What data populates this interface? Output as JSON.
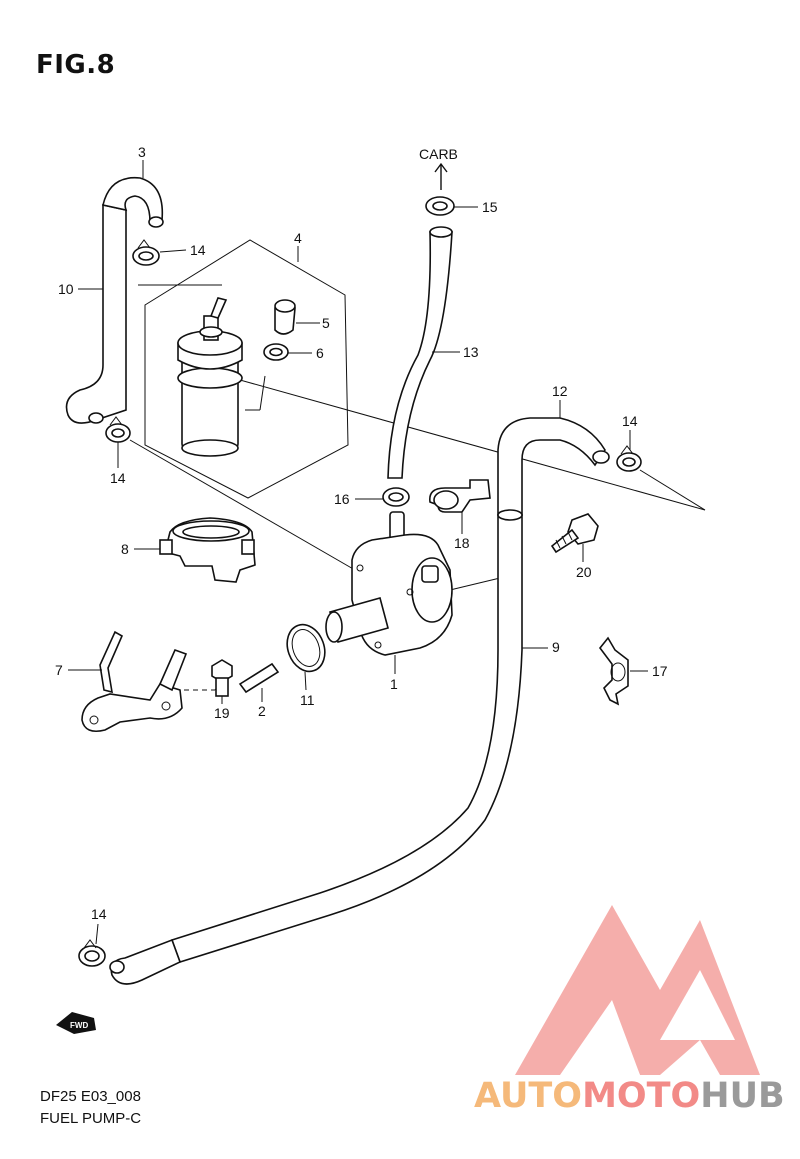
{
  "figure": {
    "title": "FIG.8"
  },
  "callouts": [
    "1",
    "2",
    "3",
    "4",
    "5",
    "6",
    "7",
    "8",
    "9",
    "10",
    "11",
    "12",
    "13",
    "14",
    "15",
    "16",
    "17",
    "18",
    "19",
    "20"
  ],
  "annotations": {
    "carb": "CARB",
    "fwd": "FWD"
  },
  "footer": {
    "code": "DF25 E03_008",
    "name": "FUEL PUMP-C"
  },
  "watermark": {
    "brand_1": "AUTO",
    "brand_2": "MOTO",
    "brand_3": "HUB",
    "colors": {
      "orange": "#f5b97a",
      "red": "#f28a87",
      "gray": "#9a9a9a"
    }
  }
}
